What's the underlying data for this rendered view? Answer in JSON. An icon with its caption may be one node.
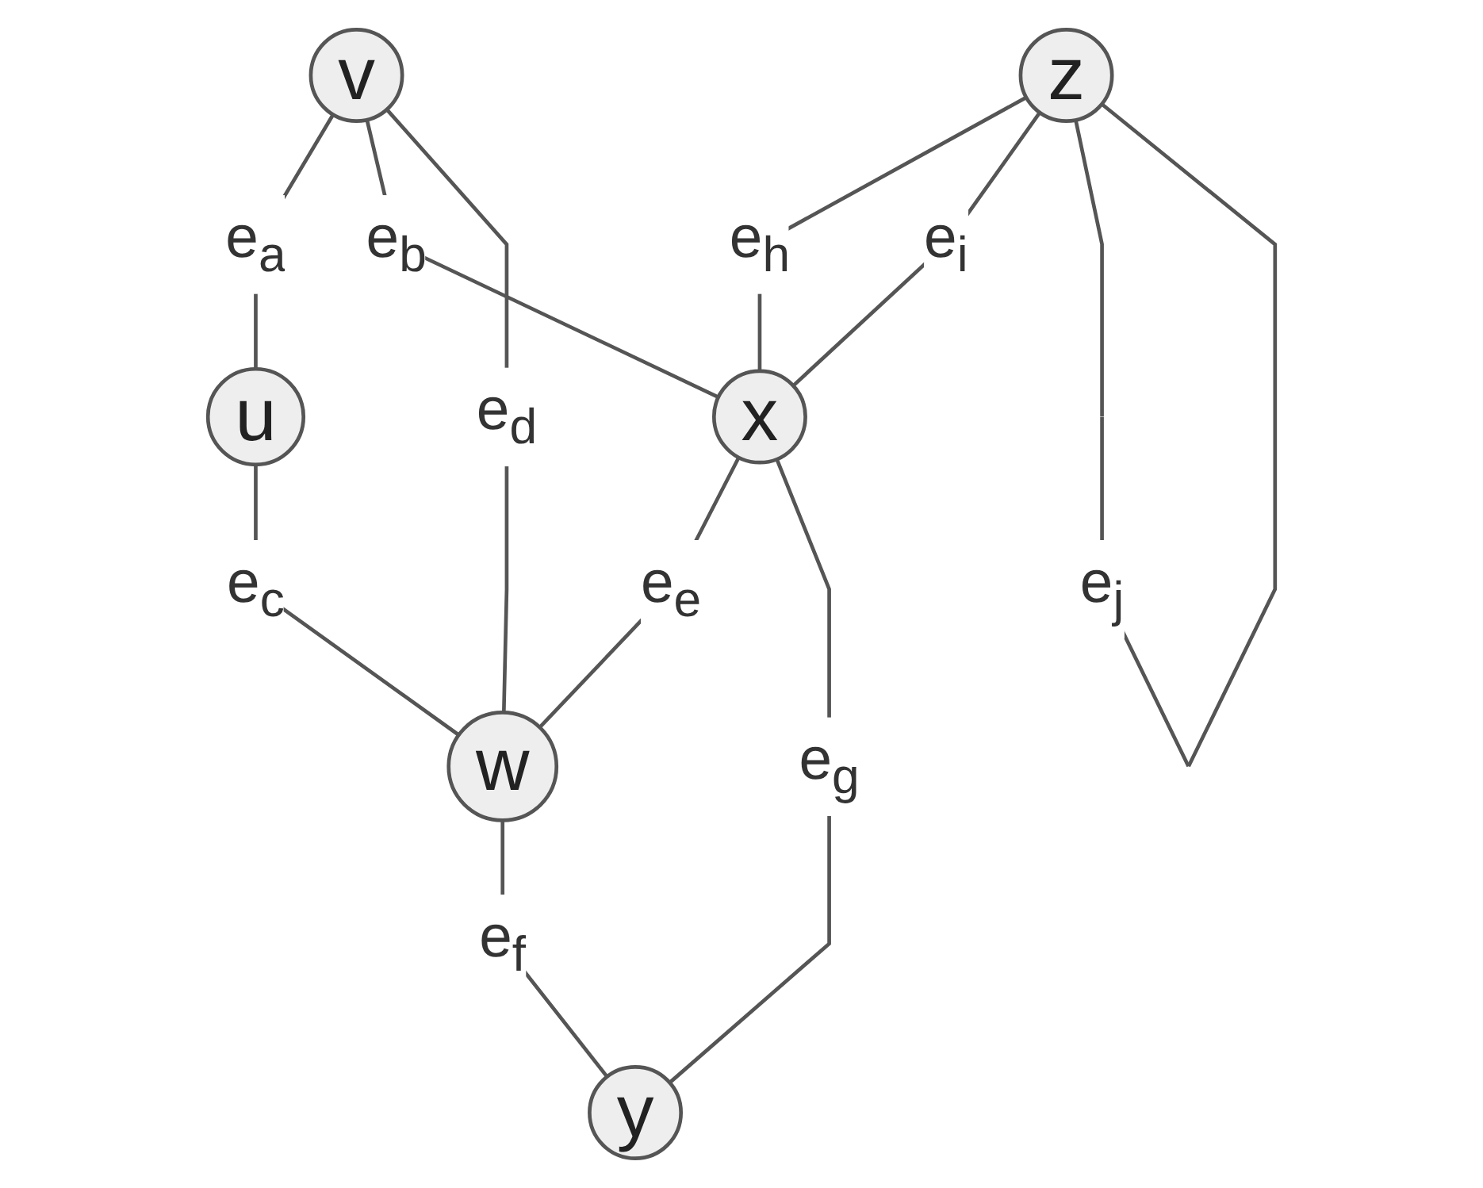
{
  "diagram": {
    "nodes": [
      {
        "text": [
          "v"
        ]
      },
      {
        "text": [
          "u"
        ]
      },
      {
        "text": [
          "x"
        ]
      },
      {
        "text": [
          "z"
        ]
      },
      {
        "text": [
          "w"
        ]
      },
      {
        "text": [
          "y"
        ]
      }
    ],
    "edges": [
      {
        "from": 0,
        "to": 1,
        "arrow": "none",
        "label": "e$_{a}$"
      },
      {
        "from": 0,
        "to": 2,
        "arrow": "none",
        "label": "e$_{b}$"
      },
      {
        "from": 1,
        "to": 4,
        "arrow": "none",
        "label": "e$_{c}$"
      },
      {
        "from": 0,
        "to": 4,
        "arrow": "none",
        "label": "e$_{d}$"
      },
      {
        "from": 2,
        "to": 4,
        "arrow": "none",
        "label": "e$_{e}$"
      },
      {
        "from": 4,
        "to": 5,
        "arrow": "none",
        "label": "e$_{f}$"
      },
      {
        "from": 2,
        "to": 5,
        "arrow": "none",
        "label": "e$_{g}$"
      },
      {
        "from": 3,
        "to": 2,
        "arrow": "none",
        "label": "e$_{h}$"
      },
      {
        "from": 3,
        "to": 2,
        "arrow": "none",
        "label": "e$_{i}$"
      },
      {
        "from": 3,
        "to": 3,
        "arrow": "none",
        "label": "e$_{j}$"
      }
    ]
  }
}
